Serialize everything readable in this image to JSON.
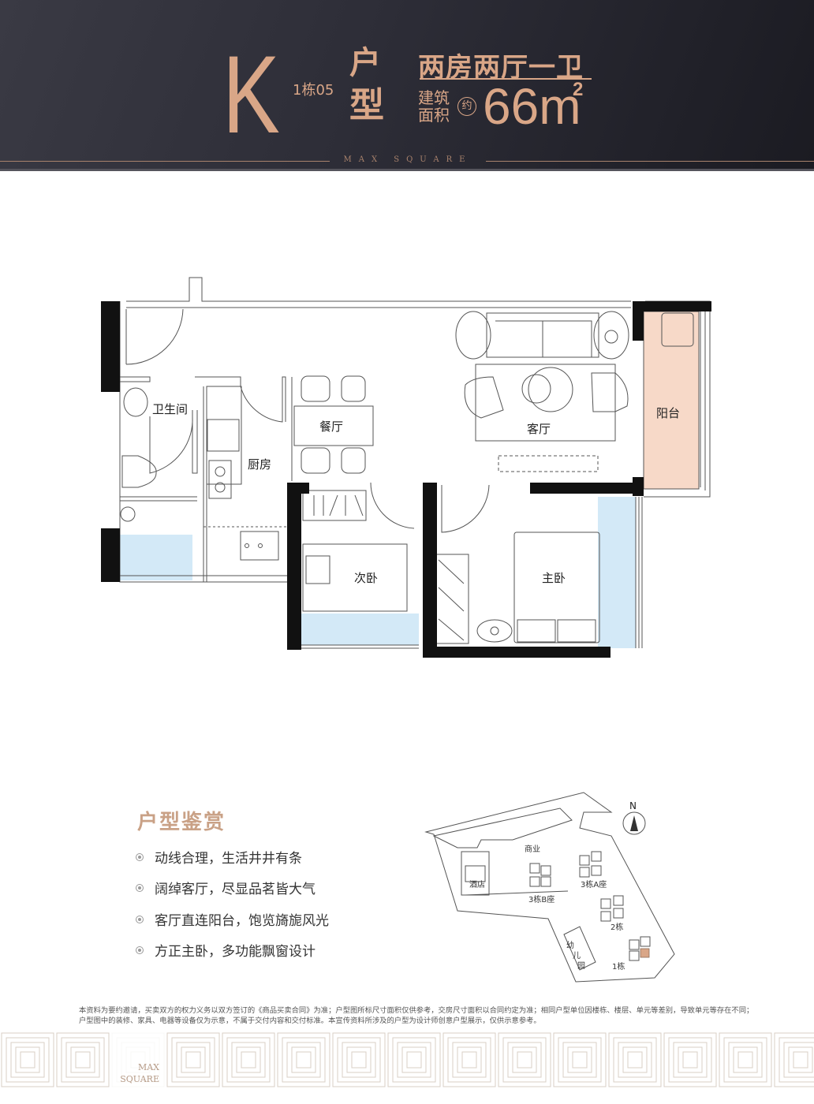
{
  "header": {
    "unit_letter": "K",
    "building_unit": "1栋05",
    "hu": "户",
    "xing": "型",
    "layout_type": "两房两厅一卫",
    "area_label": "建筑面积",
    "approx": "约",
    "area_value": "66m",
    "area_unit_sup": "2",
    "brand": "MAX SQUARE"
  },
  "colors": {
    "header_bg": "#2d2d37",
    "accent_copper": "#d9a687",
    "balcony_fill": "#f7d9c8",
    "window_fill": "#d3e9f7",
    "wall": "#111111"
  },
  "floor_plan": {
    "rooms": [
      {
        "id": "bathroom",
        "label": "卫生间"
      },
      {
        "id": "kitchen",
        "label": "厨房"
      },
      {
        "id": "dining",
        "label": "餐厅"
      },
      {
        "id": "living",
        "label": "客厅"
      },
      {
        "id": "balcony",
        "label": "阳台"
      },
      {
        "id": "second-bedroom",
        "label": "次卧"
      },
      {
        "id": "master-bedroom",
        "label": "主卧"
      }
    ]
  },
  "features": {
    "title": "户型鉴赏",
    "items": [
      "动线合理，生活井井有条",
      "阔绰客厅，尽显品茗皆大气",
      "客厅直连阳台，饱览旖旎风光",
      "方正主卧，多功能飘窗设计"
    ]
  },
  "site_plan": {
    "north": "N",
    "labels": {
      "commercial": "商业",
      "hotel": "酒店",
      "b3b": "3栋B座",
      "b3a": "3栋A座",
      "b2": "2栋",
      "b1": "1栋",
      "kindergarten_1": "幼",
      "kindergarten_2": "儿",
      "kindergarten_3": "园"
    }
  },
  "disclaimer": {
    "line1": "本资料为要约邀请，买卖双方的权力义务以双方签订的《商品买卖合同》为准；户型图所标尺寸面积仅供参考，交房尺寸面积以合同约定为准；相同户型单位因楼栋、楼层、单元等差别，导致单元等存在不同；",
    "line2": "户型图中的装修、家具、电器等设备仅为示意，不属于交付内容和交付标准。本宣传资料所涉及的户型为设计师创意户型展示，仅供示意参考。"
  },
  "footer": {
    "brand_line1": "MAX",
    "brand_line2": "SQUARE"
  }
}
